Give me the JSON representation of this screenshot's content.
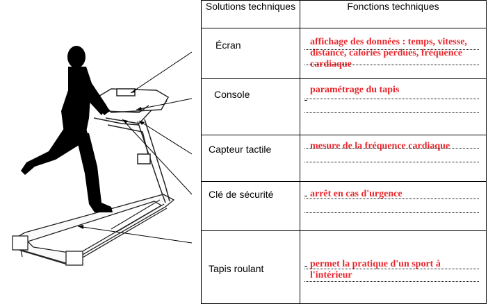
{
  "table": {
    "header": {
      "solutions": "Solutions techniques",
      "fonctions": "Fonctions techniques"
    },
    "rows": [
      {
        "solution": "Écran",
        "fonction": "affichage des données  : temps, vitesse, distance, calories perdues, fréquence cardiaque"
      },
      {
        "solution": "Console",
        "fonction": "paramétrage du tapis"
      },
      {
        "solution": "Capteur tactile",
        "fonction": "mesure de la fréquence cardiaque"
      },
      {
        "solution": "Clé de sécurité",
        "fonction": "arrêt en cas d'urgence"
      },
      {
        "solution": "Tapis roulant",
        "fonction": "permet la pratique d'un sport à l'intérieur"
      }
    ]
  },
  "colors": {
    "answer": "#e8262c",
    "border": "#000000"
  }
}
